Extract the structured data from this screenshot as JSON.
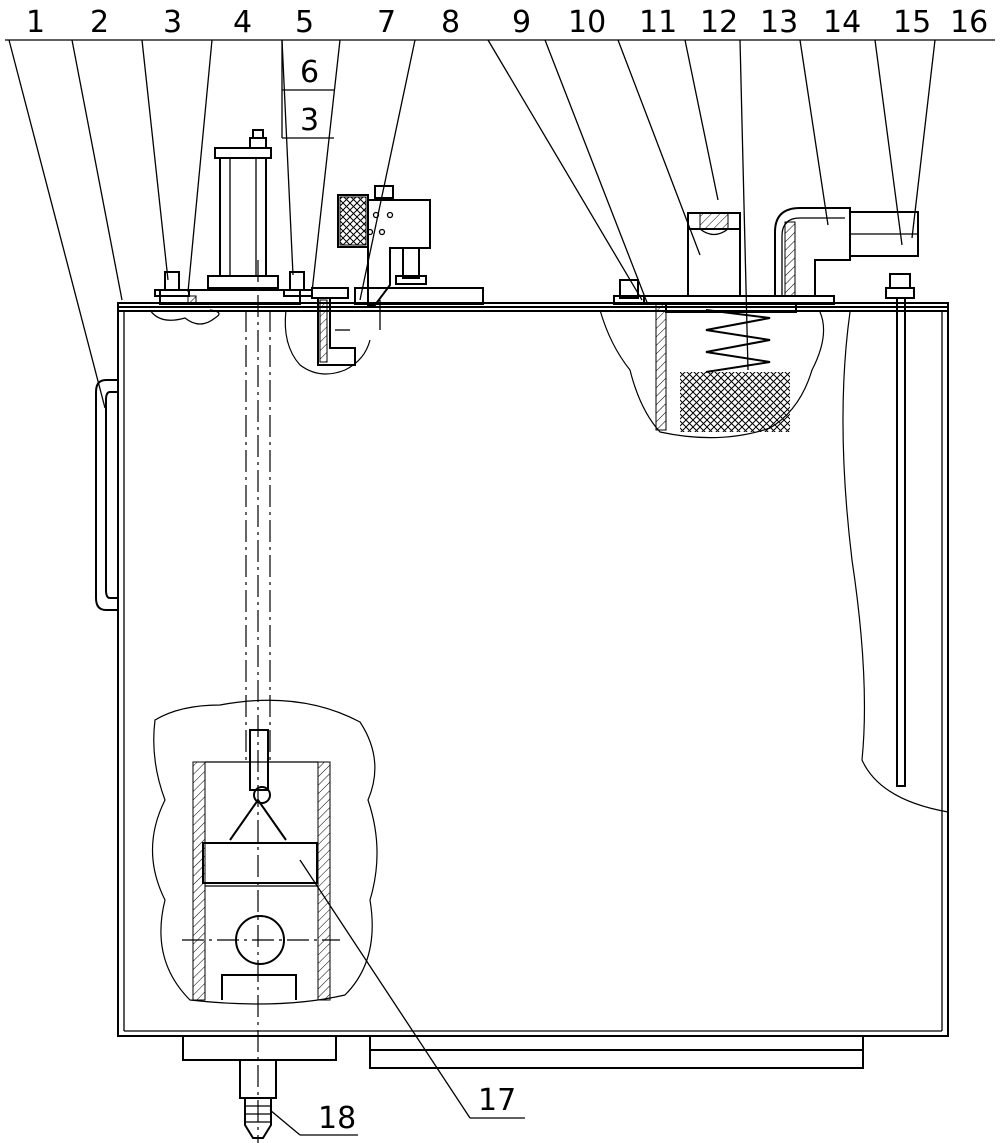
{
  "labels": {
    "l1": "1",
    "l2": "2",
    "l3a": "3",
    "l4": "4",
    "l5": "5",
    "l6": "6",
    "l3b": "3",
    "l7": "7",
    "l8": "8",
    "l9": "9",
    "l10": "10",
    "l11": "11",
    "l12": "12",
    "l13": "13",
    "l14": "14",
    "l15": "15",
    "l16": "16",
    "l17": "17",
    "l18": "18"
  }
}
